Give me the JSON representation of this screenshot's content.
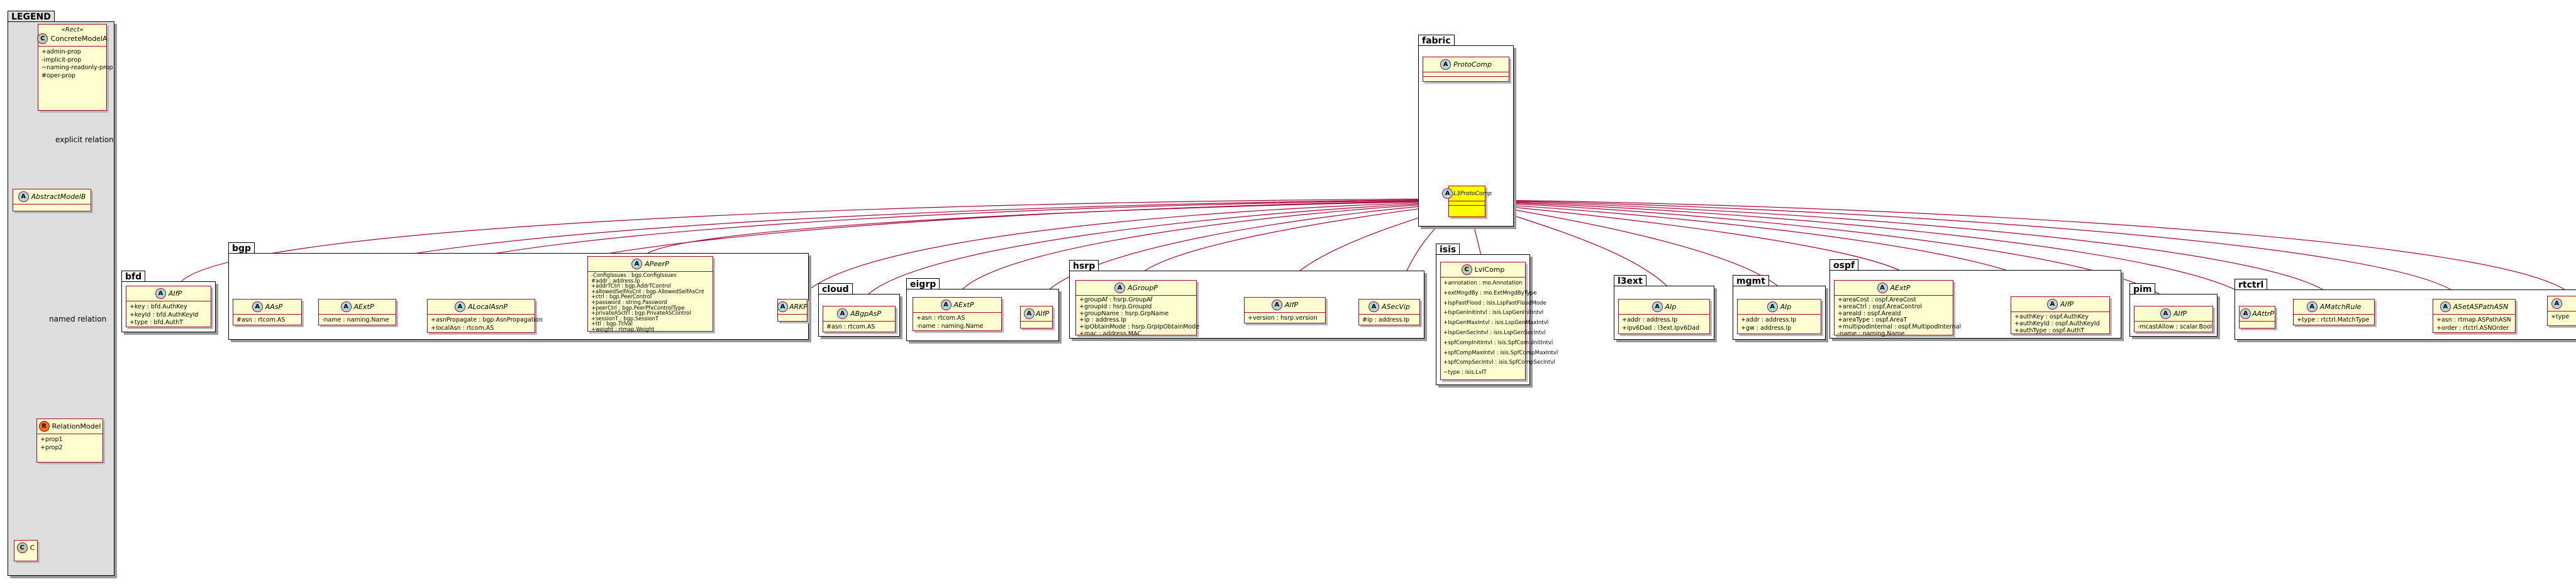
{
  "legend": {
    "title": "LEGEND",
    "concrete": {
      "stereotype": "«Rect»",
      "badge": "C",
      "name": "ConcreteModelA",
      "attrs": [
        "+admin-prop",
        "-implicit-prop",
        "~naming-readonly-prop",
        "#oper-prop"
      ]
    },
    "abstract": {
      "badge": "A",
      "name": "AbstractModelB"
    },
    "relation": {
      "badge": "R",
      "name": "RelationModel",
      "attrs": [
        "+prop1",
        "+prop2"
      ]
    },
    "c": {
      "badge": "C",
      "name": "C"
    },
    "explicit_label": "explicit relation",
    "named_label": "named relation"
  },
  "fabric": {
    "title": "fabric",
    "proto": {
      "badge": "A",
      "name": "ProtoComp"
    },
    "l3proto": {
      "badge": "A",
      "name": "L3ProtoComp"
    }
  },
  "bfd": {
    "title": "bfd",
    "afp": {
      "badge": "A",
      "name": "AIfP",
      "attrs": [
        "+key : bfd.AuthKey",
        "+keyId : bfd.AuthKeyId",
        "+type : bfd.AuthT"
      ]
    }
  },
  "bgp": {
    "title": "bgp",
    "aasp": {
      "badge": "A",
      "name": "AAsP",
      "attrs": [
        "#asn : rtcom.AS"
      ]
    },
    "aextp": {
      "badge": "A",
      "name": "AExtP",
      "attrs": [
        "-name : naming.Name"
      ]
    },
    "alocalasnp": {
      "badge": "A",
      "name": "ALocalAsnP",
      "attrs": [
        "+asnPropagate : bgp.AsnPropagation",
        "+localAsn : rtcom.AS"
      ]
    },
    "apeerp": {
      "badge": "A",
      "name": "APeerP",
      "attrs": [
        "-ConfigIssues : bgp.ConfigIssues",
        "#addr : address.Ip",
        "+addrTCtrl : bgp.AddrTControl",
        "+allowedSelfAsCnt : bgp.AllowedSelfAsCnt",
        "+ctrl : bgp.PeerControl",
        "+password : string.Password",
        "+peerCtrl : bgp.PeerPfxControlType",
        "+privateASctrl : bgp.PrivateASControl",
        "+sessionT : bgp.SessionT",
        "+ttl : bgp.TtlVal",
        "+weight : rtmap.Weight"
      ]
    },
    "arkp": {
      "badge": "A",
      "name": "ARKP"
    }
  },
  "cloud": {
    "title": "cloud",
    "abgpasp": {
      "badge": "A",
      "name": "ABgpAsP",
      "attrs": [
        "#asn : rtcom.AS"
      ]
    }
  },
  "eigrp": {
    "title": "eigrp",
    "aextp": {
      "badge": "A",
      "name": "AExtP",
      "attrs": [
        "+asn : rtcom.AS",
        "-name : naming.Name"
      ]
    },
    "aifp": {
      "badge": "A",
      "name": "AIfP"
    }
  },
  "hsrp": {
    "title": "hsrp",
    "agroupp": {
      "badge": "A",
      "name": "AGroupP",
      "attrs": [
        "+groupAf : hsrp.GroupAf",
        "+groupId : hsrp.GroupId",
        "+groupName : hsrp.GrpName",
        "+ip : address.Ip",
        "+ipObtainMode : hsrp.GrpIpObtainMode",
        "+mac : address.MAC"
      ]
    },
    "aifp": {
      "badge": "A",
      "name": "AIfP",
      "attrs": [
        "+version : hsrp.version"
      ]
    },
    "asecvip": {
      "badge": "A",
      "name": "ASecVip",
      "attrs": [
        "#ip : address.Ip"
      ]
    }
  },
  "isis": {
    "title": "isis",
    "lvlcomp": {
      "badge": "C",
      "name": "LvlComp",
      "attrs": [
        "+annotation : mo.Annotation",
        "+extMngdBy : mo.ExtMngdByType",
        "+IspFastFlood : isis.LspFastFloodMode",
        "+IspGenInitIntvl : isis.LspGenInitIntvl",
        "+IspGenMaxIntvl : isis.LspGenMaxIntvl",
        "+IspGenSecIntvl : isis.LspGenSecIntvl",
        "+spfCompInitIntvl : isis.SpfCompInitIntvl",
        "+spfCompMaxIntvl : isis.SpfCompMaxIntvl",
        "+spfCompSecIntvl : isis.SpfCompSecIntvl",
        "~type : isis.LvlT"
      ]
    }
  },
  "l3ext": {
    "title": "l3ext",
    "aip": {
      "badge": "A",
      "name": "AIp",
      "attrs": [
        "+addr : address.Ip",
        "+ipv6Dad : l3ext.Ipv6Dad"
      ]
    }
  },
  "mgmt": {
    "title": "mgmt",
    "aip": {
      "badge": "A",
      "name": "AIp",
      "attrs": [
        "+addr : address.Ip",
        "+gw : address.Ip"
      ]
    }
  },
  "ospf": {
    "title": "ospf",
    "aextp": {
      "badge": "A",
      "name": "AExtP",
      "attrs": [
        "+areaCost : ospf.AreaCost",
        "+areaCtrl : ospf.AreaControl",
        "+areaId : ospf.AreaId",
        "+areaType : ospf.AreaT",
        "+multipodInternal : ospf.MultipodInternal",
        "-name : naming.Name"
      ]
    },
    "aifp": {
      "badge": "A",
      "name": "AIfP",
      "attrs": [
        "+authKey : ospf.AuthKey",
        "+authKeyId : ospf.AuthKeyId",
        "+authType : ospf.AuthT"
      ]
    }
  },
  "pim": {
    "title": "pim",
    "aifp": {
      "badge": "A",
      "name": "AIfP",
      "attrs": [
        "-mcastAllow : scalar.Bool"
      ]
    }
  },
  "rtctrl": {
    "title": "rtctrl",
    "aattrp": {
      "badge": "A",
      "name": "AAttrP"
    },
    "amatchrule": {
      "badge": "A",
      "name": "AMatchRule",
      "attrs": [
        "+type : rtctrl.MatchType"
      ]
    },
    "asetaspathasn": {
      "badge": "A",
      "name": "ASetASPathASN",
      "attrs": [
        "+asn : rtmap.ASPathASN",
        "+order : rtctrl.ASNOrder"
      ]
    },
    "cut": {
      "badge": "A",
      "name": "",
      "attrs": [
        "+type"
      ]
    }
  }
}
